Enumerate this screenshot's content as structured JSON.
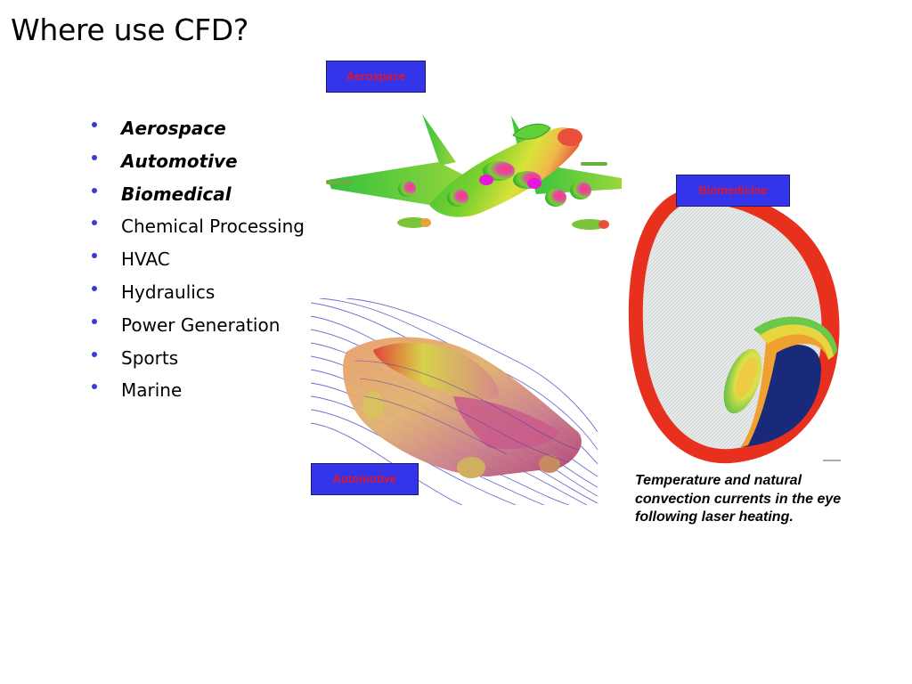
{
  "slide": {
    "title": "Where use CFD?"
  },
  "bullets": [
    {
      "label": "Aerospace",
      "emphasis": true
    },
    {
      "label": "Automotive",
      "emphasis": true
    },
    {
      "label": "Biomedical",
      "emphasis": true
    },
    {
      "label": "Chemical Processing",
      "emphasis": false
    },
    {
      "label": "HVAC",
      "emphasis": false
    },
    {
      "label": "Hydraulics",
      "emphasis": false
    },
    {
      "label": "Power Generation",
      "emphasis": false
    },
    {
      "label": "Sports",
      "emphasis": false
    },
    {
      "label": "Marine",
      "emphasis": false
    }
  ],
  "tags": {
    "aerospace": "Aerospace",
    "automotive": "Automotive",
    "biomedicine": "Biomedicine"
  },
  "eye_caption": "Temperature and natural convection currents in the eye following laser heating.",
  "colors": {
    "bullet": "#3b3bd1",
    "tag_bg": "#3434ea",
    "tag_text": "#e0162b"
  }
}
